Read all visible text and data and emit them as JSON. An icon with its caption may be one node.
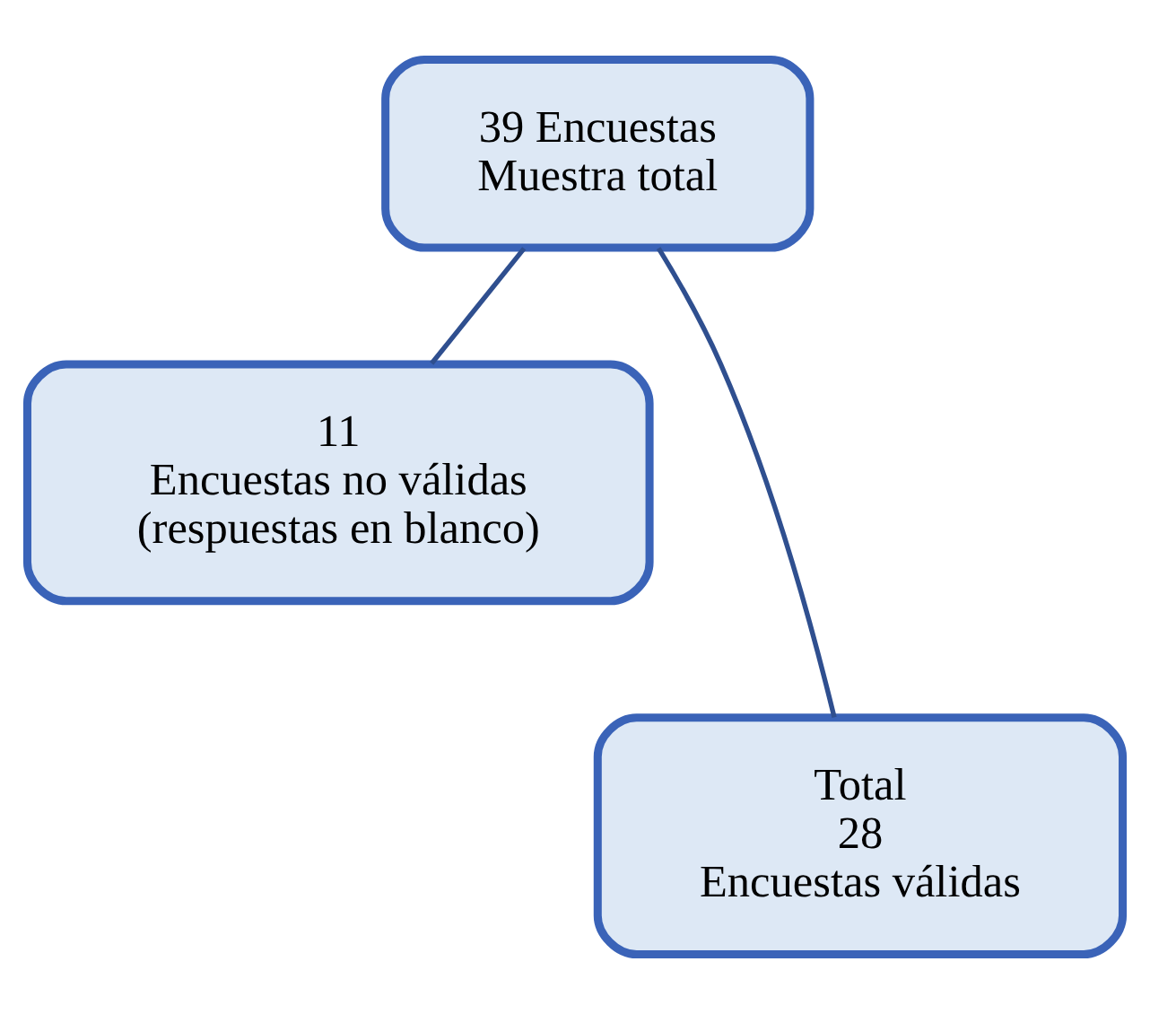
{
  "diagram": {
    "nodes": [
      {
        "text": [
          "39 Encuestas",
          "Muestra total"
        ]
      },
      {
        "text": [
          "11",
          "Encuestas no válidas (respuestas en blanco)"
        ]
      },
      {
        "text": [
          "Total",
          "28",
          "Encuestas válidas"
        ]
      }
    ],
    "edges": [
      {
        "from": 0,
        "to": 1,
        "arrow": "none"
      },
      {
        "from": 0,
        "to": 2,
        "arrow": "none"
      }
    ]
  }
}
